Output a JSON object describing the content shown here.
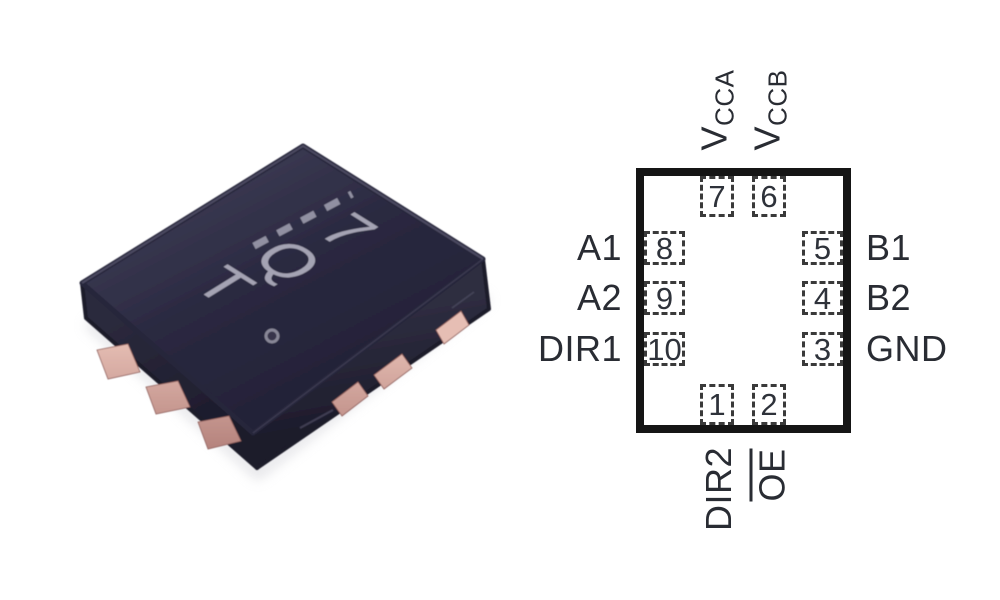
{
  "figure": {
    "description": "IC package photo with 10-pin pinout diagram"
  },
  "chip_photo": {
    "marking": "TQ7",
    "marking_glyphs": [
      "T",
      "Q",
      "7"
    ],
    "package_color": "#2a2940",
    "pad_color": "#c59a92"
  },
  "pinout": {
    "ink_color": "#292c33",
    "outline_color": "#151515",
    "top_pins": [
      {
        "number": "7",
        "label_main": "V",
        "label_sub": "CCA"
      },
      {
        "number": "6",
        "label_main": "V",
        "label_sub": "CCB"
      }
    ],
    "left_pins": [
      {
        "number": "8",
        "label": "A1"
      },
      {
        "number": "9",
        "label": "A2"
      },
      {
        "number": "10",
        "label": "DIR1"
      }
    ],
    "right_pins": [
      {
        "number": "5",
        "label": "B1"
      },
      {
        "number": "4",
        "label": "B2"
      },
      {
        "number": "3",
        "label": "GND"
      }
    ],
    "bottom_pins": [
      {
        "number": "1",
        "label": "DIR2",
        "overline": false
      },
      {
        "number": "2",
        "label": "OE",
        "overline": true
      }
    ]
  }
}
